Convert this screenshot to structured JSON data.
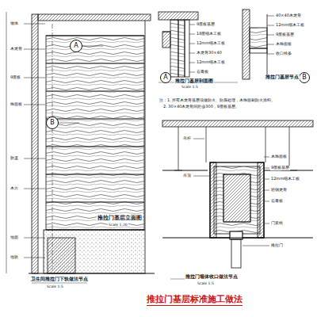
{
  "diagram": {
    "title": "推拉门基层标准施工做法",
    "nodes": [
      {
        "text": [
          "A"
        ]
      },
      {
        "text": [
          "B"
        ]
      },
      {
        "text": [
          "A"
        ]
      },
      {
        "text": [
          "B"
        ]
      }
    ],
    "labels": [
      "推拉门基层立面图",
      "Scale 1:20",
      "卫生间推拉门下轨做法节点",
      "Scale 1:5",
      "推拉门基层剖面图",
      "Scale 1:5",
      "推拉门基层节点",
      "注：1. 所有木龙骨基层须做防火、防腐处理，木饰面刷防火涂料。",
      "2. 30×40木龙骨间距@300，9厘板基层。",
      "推拉门墙体收口做法节点",
      "Scale 1:5",
      "9厘板基层",
      "18厘细木工板",
      "12mm细木工板",
      "木龙骨30×40",
      "12mm细木工板",
      "石膏板",
      "40×40木龙骨",
      "12mm细木工板",
      "9厘板基层",
      "木饰面板",
      "收口线条",
      "木饰面板",
      "9厘板基层",
      "12mm细木工板",
      "轻钢龙骨",
      "石膏板",
      "推拉门",
      "门套线",
      "吊杆",
      "吊顶",
      "墙体",
      "木龙骨",
      "9厘板",
      "饰面板",
      "轨道",
      "木方",
      "地面",
      "地轨"
    ]
  }
}
